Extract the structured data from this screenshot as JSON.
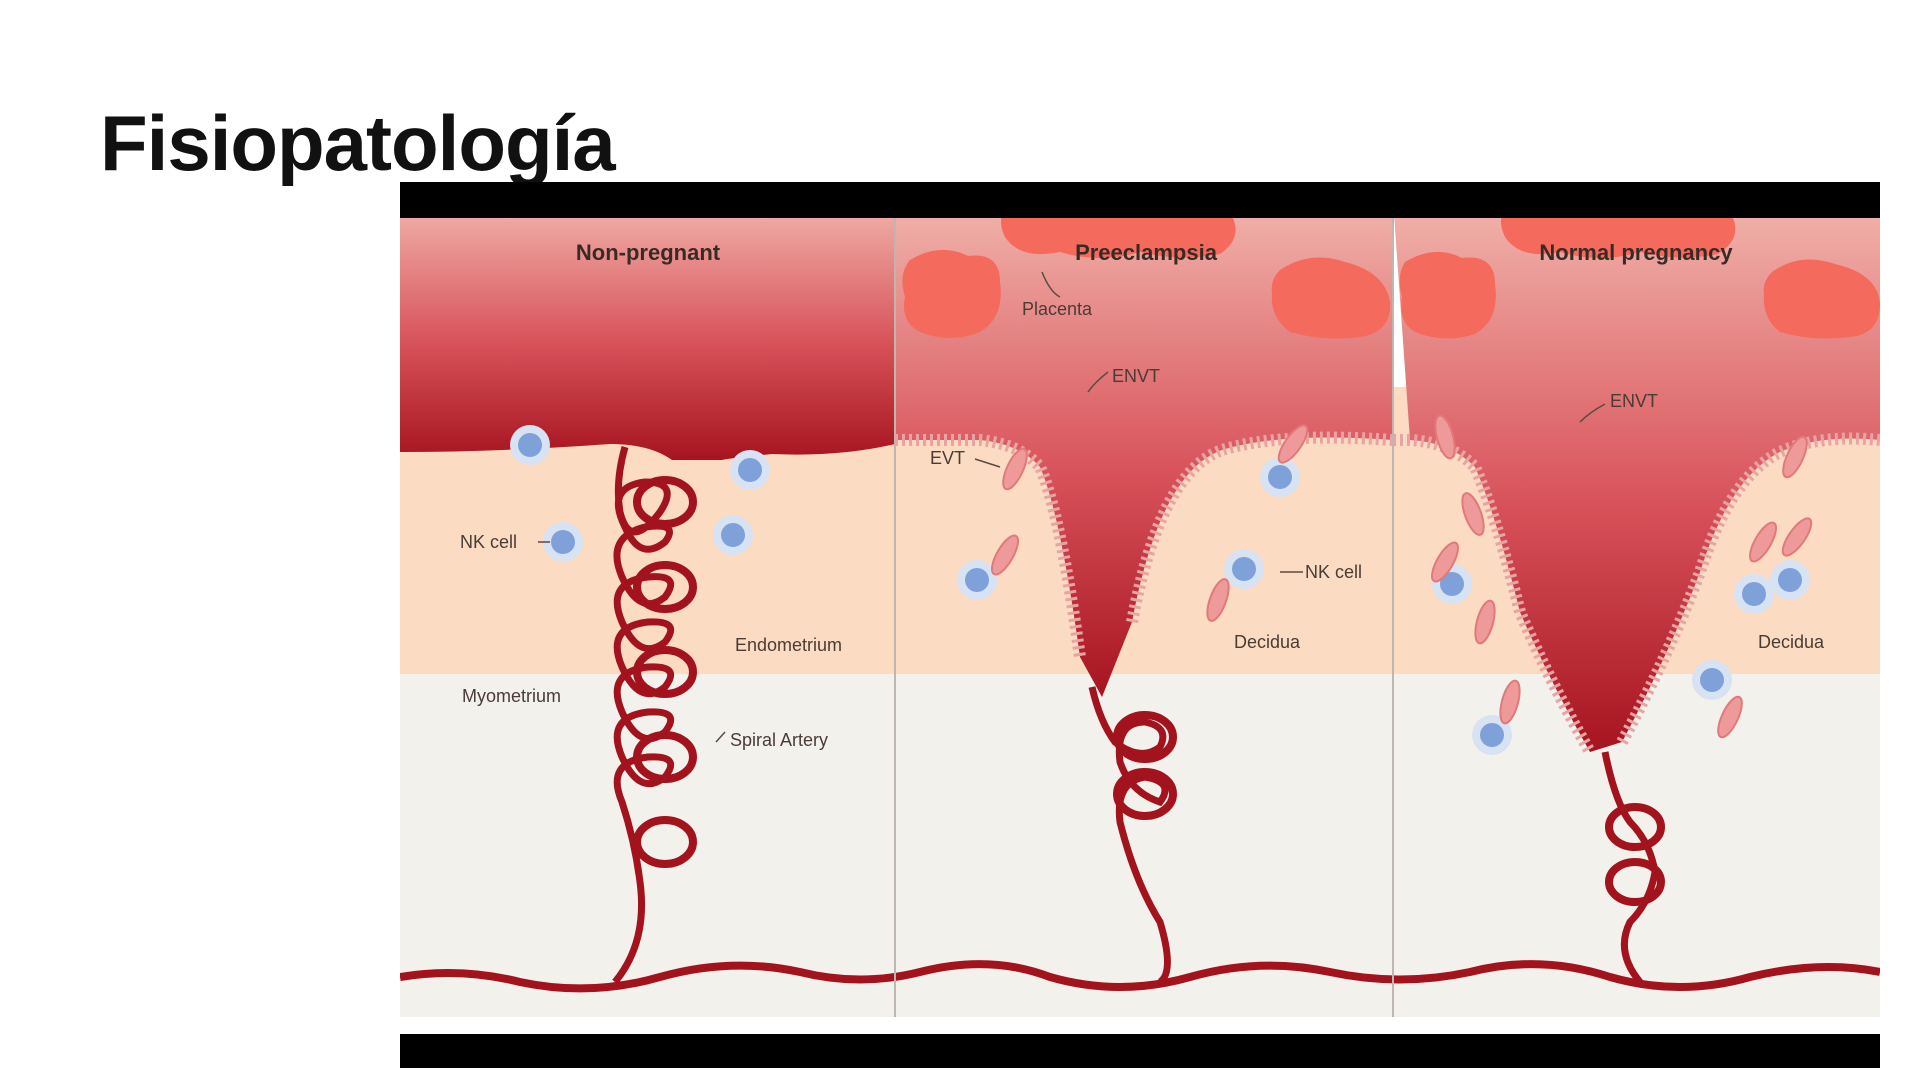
{
  "slide": {
    "title": "Fisiopatología"
  },
  "diagram": {
    "panels": [
      {
        "header": "Non-pregnant"
      },
      {
        "header": "Preeclampsia"
      },
      {
        "header": "Normal pregnancy"
      }
    ],
    "labels": {
      "nk_cell_1": "NK cell",
      "endometrium": "Endometrium",
      "myometrium": "Myometrium",
      "spiral_artery": "Spiral Artery",
      "placenta": "Placenta",
      "envt_1": "ENVT",
      "evt": "EVT",
      "nk_cell_2": "NK cell",
      "decidua_1": "Decidua",
      "envt_2": "ENVT",
      "decidua_2": "Decidua"
    },
    "colors": {
      "blood": "#a3131d",
      "blood_light": "#e8a3a3",
      "tissue": "#fbdcc3",
      "myometrium": "#f2f1ec",
      "placenta": "#f46a5c",
      "nk_cell": "#7ea1da",
      "frame": "#000000"
    }
  }
}
